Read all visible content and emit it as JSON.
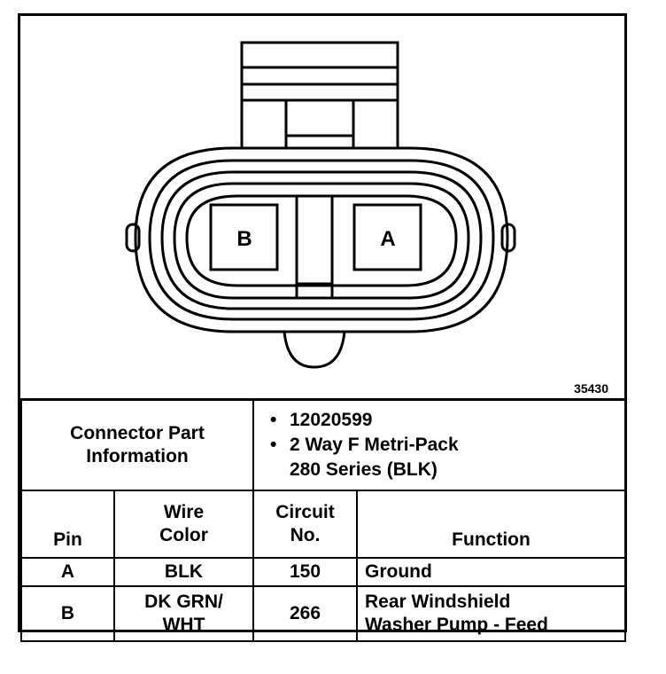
{
  "figure_number": "35430",
  "connector": {
    "pin_labels": [
      "B",
      "A"
    ]
  },
  "part_info": {
    "label_line1": "Connector Part",
    "label_line2": "Information",
    "bullets": [
      "12020599",
      "2 Way F Metri-Pack",
      "280 Series (BLK)"
    ]
  },
  "table": {
    "headers": {
      "pin": "Pin",
      "wire_color_line1": "Wire",
      "wire_color_line2": "Color",
      "circuit_line1": "Circuit",
      "circuit_line2": "No.",
      "function": "Function"
    },
    "rows": [
      {
        "pin": "A",
        "wire_color_line1": "BLK",
        "wire_color_line2": "",
        "circuit": "150",
        "function_line1": "Ground",
        "function_line2": ""
      },
      {
        "pin": "B",
        "wire_color_line1": "DK GRN/",
        "wire_color_line2": "WHT",
        "circuit": "266",
        "function_line1": "Rear Windshield",
        "function_line2": "Washer Pump - Feed"
      }
    ]
  }
}
